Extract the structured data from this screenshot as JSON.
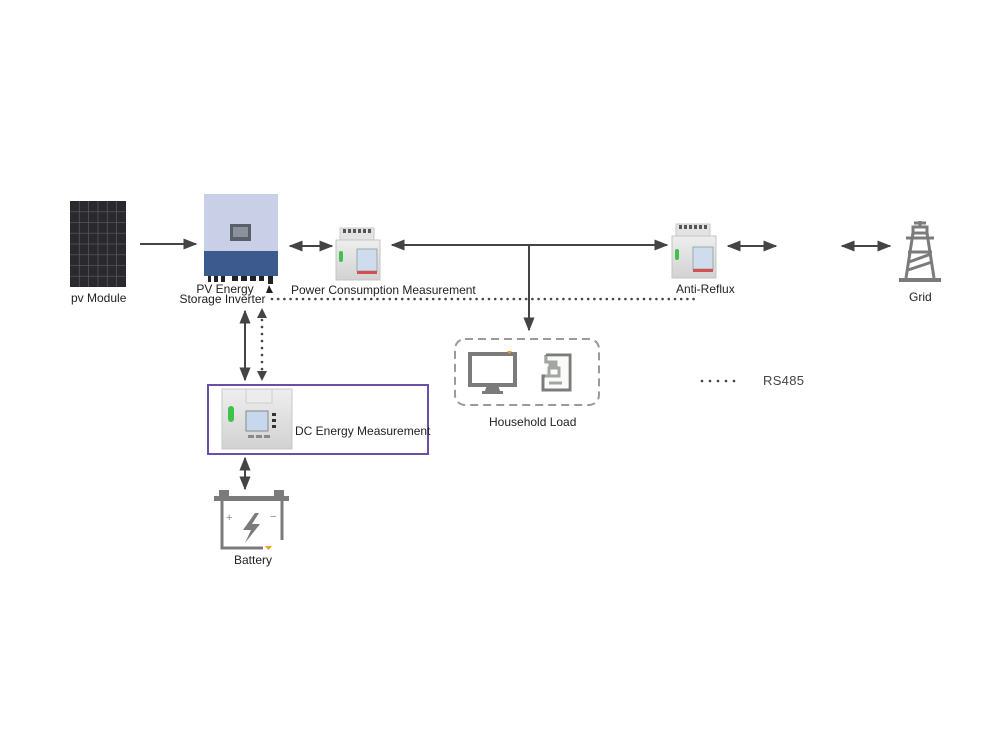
{
  "diagram": {
    "nodes": {
      "pv_module": {
        "label": "pv Module",
        "icon": "solar-panel-icon"
      },
      "inverter": {
        "label_line1": "PV Energy",
        "label_line2": "Storage Inverter",
        "icon": "inverter-icon"
      },
      "power_meter": {
        "label": "Power Consumption Measurement",
        "icon": "din-rail-meter-icon"
      },
      "anti_reflux": {
        "label": "Anti-Reflux",
        "icon": "din-rail-meter-icon"
      },
      "grid": {
        "label": "Grid",
        "icon": "power-tower-icon"
      },
      "household": {
        "label": "Household Load",
        "icons": [
          "monitor-icon",
          "coffee-machine-icon"
        ]
      },
      "dc_meter": {
        "label": "DC Energy Measurement",
        "icon": "dc-meter-icon"
      },
      "battery": {
        "label": "Battery",
        "icon": "battery-icon",
        "plus": "+",
        "minus": "−"
      }
    },
    "legend": {
      "label": "RS485",
      "line_style": "dotted"
    },
    "colors": {
      "line": "#444444",
      "dc_box_border": "#6a4fa8",
      "icon_gray": "#7b7b7b",
      "inverter_top": "#c8cfe6",
      "inverter_bottom": "#3d5a8f",
      "meter_green": "#3ec24a",
      "accent_orange": "#f0a020"
    }
  }
}
